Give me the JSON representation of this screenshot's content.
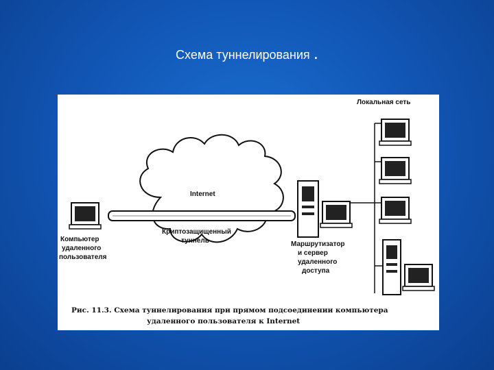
{
  "slide": {
    "title": "Схема туннелирования",
    "title_suffix": "."
  },
  "diagram": {
    "local_network_label": "Локальная сеть",
    "internet_label": "Internet",
    "tunnel_label": [
      "Криптозащищенный",
      "туннель"
    ],
    "remote_pc_label": [
      "Компьютер",
      "удаленного",
      "пользователя"
    ],
    "router_label": [
      "Маршрутизатор",
      "и сервер",
      "удаленного",
      "доступа"
    ],
    "caption": [
      "Рис. 11.3. Схема туннелирования при прямом подсоединении компьютера",
      "удаленного пользователя к Internet"
    ]
  }
}
